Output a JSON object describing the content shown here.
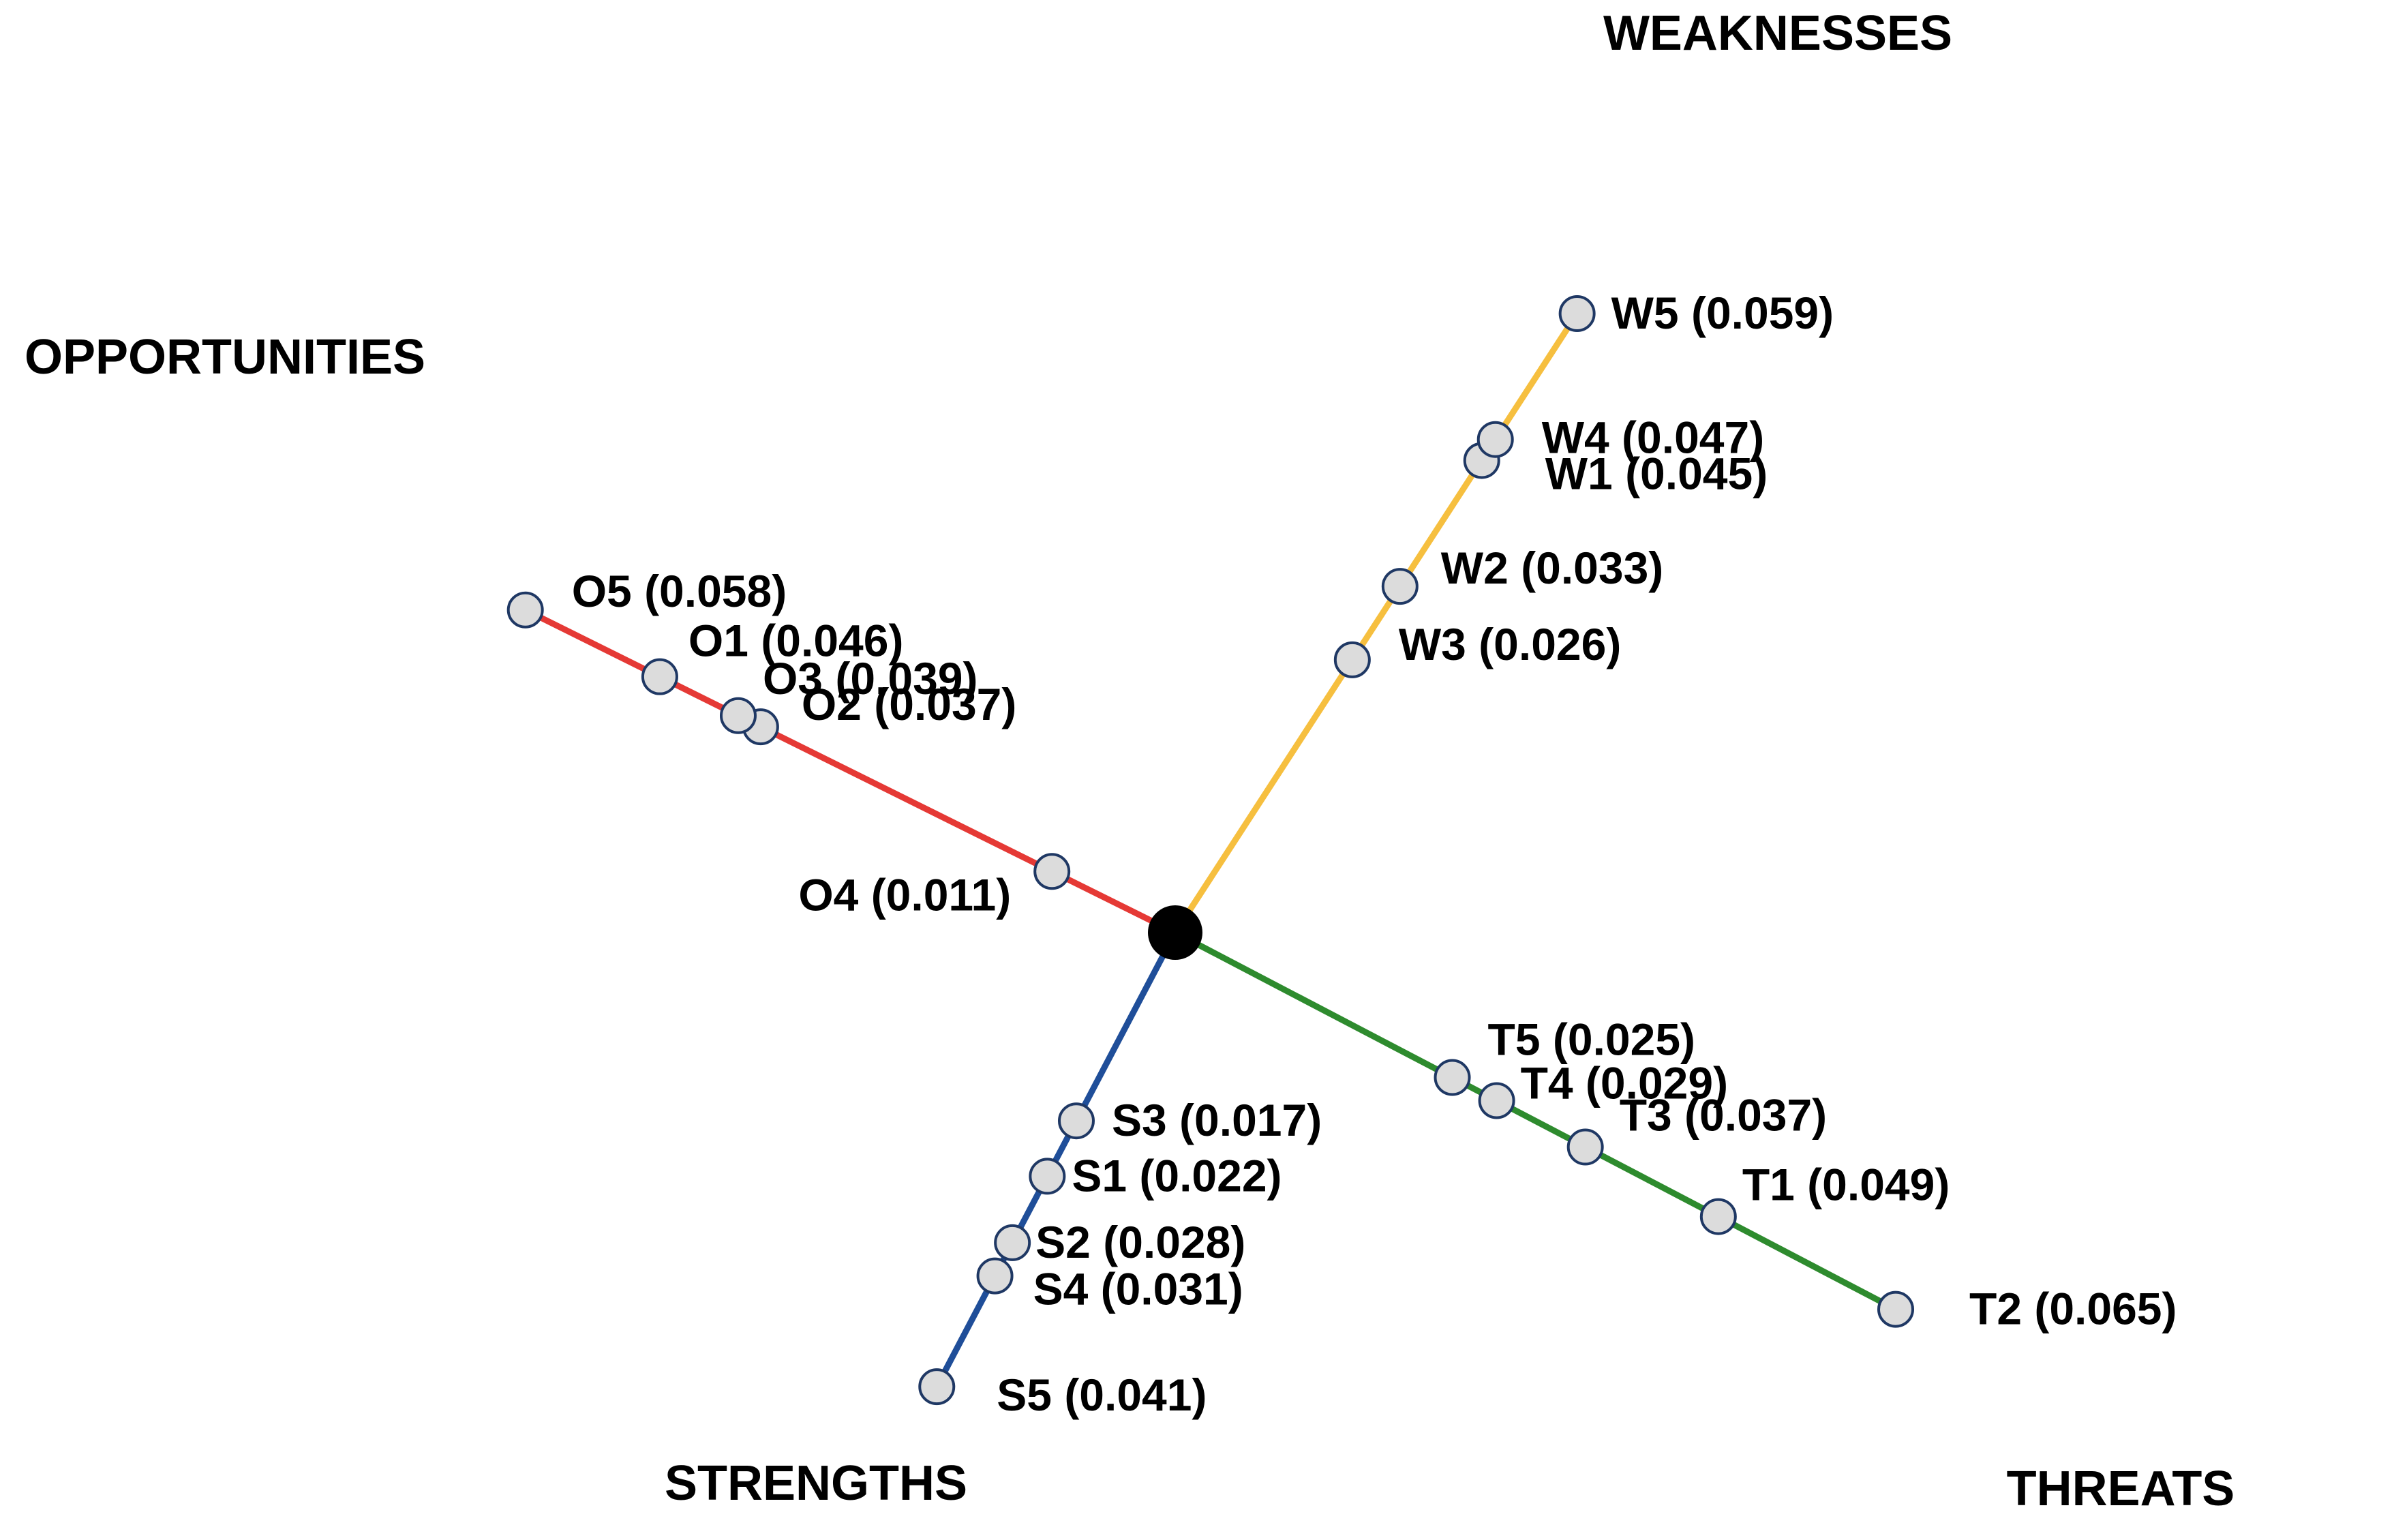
{
  "chart_data": {
    "type": "scatter",
    "center": {
      "label": "",
      "color": "#000000"
    },
    "axes": [
      {
        "key": "opportunities",
        "title": "OPPORTUNITIES",
        "color": "#e53935",
        "points": [
          {
            "code": "O4",
            "value": 0.011,
            "label": "O4 (0.011)"
          },
          {
            "code": "O2",
            "value": 0.037,
            "label": "O2 (0.037)"
          },
          {
            "code": "O3",
            "value": 0.039,
            "label": "O3 (0.039)"
          },
          {
            "code": "O1",
            "value": 0.046,
            "label": "O1 (0.046)"
          },
          {
            "code": "O5",
            "value": 0.058,
            "label": "O5 (0.058)"
          }
        ]
      },
      {
        "key": "weaknesses",
        "title": "WEAKNESSES",
        "color": "#f6bf3f",
        "points": [
          {
            "code": "W3",
            "value": 0.026,
            "label": "W3 (0.026)"
          },
          {
            "code": "W2",
            "value": 0.033,
            "label": "W2 (0.033)"
          },
          {
            "code": "W1",
            "value": 0.045,
            "label": "W1 (0.045)"
          },
          {
            "code": "W4",
            "value": 0.047,
            "label": "W4 (0.047)"
          },
          {
            "code": "W5",
            "value": 0.059,
            "label": "W5 (0.059)"
          }
        ]
      },
      {
        "key": "strengths",
        "title": "STRENGTHS",
        "color": "#1f4e99",
        "points": [
          {
            "code": "S3",
            "value": 0.017,
            "label": "S3 (0.017)"
          },
          {
            "code": "S1",
            "value": 0.022,
            "label": "S1 (0.022)"
          },
          {
            "code": "S2",
            "value": 0.028,
            "label": "S2 (0.028)"
          },
          {
            "code": "S4",
            "value": 0.031,
            "label": "S4 (0.031)"
          },
          {
            "code": "S5",
            "value": 0.041,
            "label": "S5 (0.041)"
          }
        ]
      },
      {
        "key": "threats",
        "title": "THREATS",
        "color": "#2e8b2e",
        "points": [
          {
            "code": "T5",
            "value": 0.025,
            "label": "T5 (0.025)"
          },
          {
            "code": "T4",
            "value": 0.029,
            "label": "T4 (0.029)"
          },
          {
            "code": "T3",
            "value": 0.037,
            "label": "T3 (0.037)"
          },
          {
            "code": "T1",
            "value": 0.049,
            "label": "T1 (0.049)"
          },
          {
            "code": "T2",
            "value": 0.065,
            "label": "T2 (0.065)"
          }
        ]
      }
    ]
  }
}
